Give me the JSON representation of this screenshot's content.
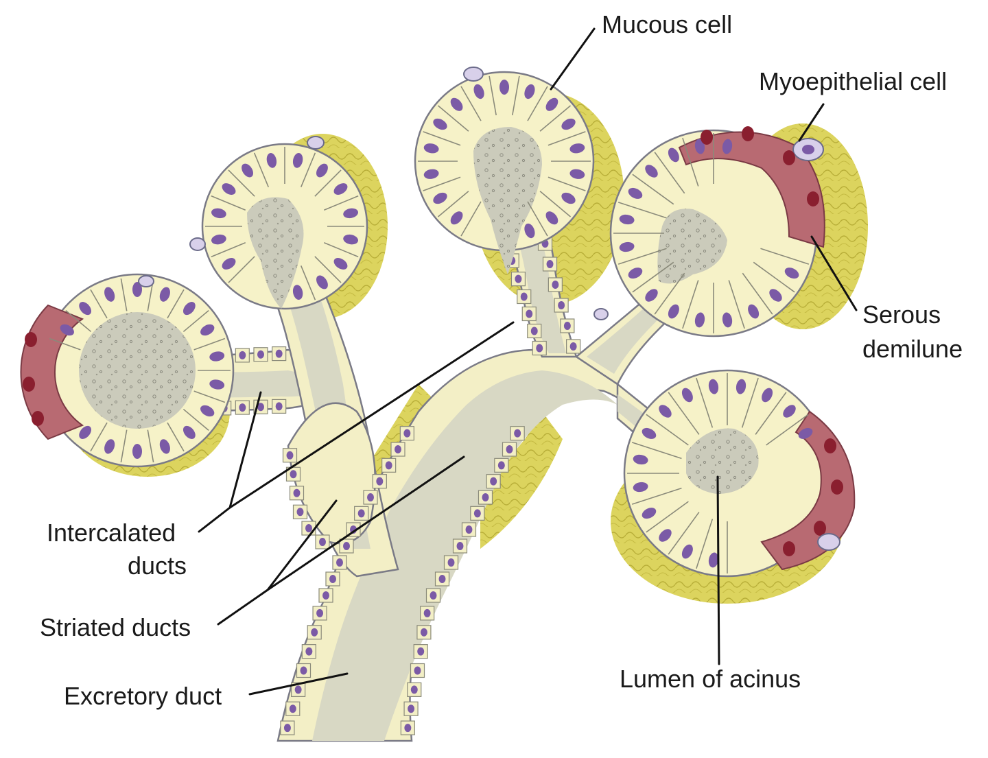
{
  "labels": {
    "mucous_cell": "Mucous cell",
    "myoepithelial_cell": "Myoepithelial cell",
    "serous_demilune_line1": "Serous",
    "serous_demilune_line2": "demilune",
    "intercalated_ducts_line1": "Intercalated",
    "intercalated_ducts_line2": "ducts",
    "striated_ducts": "Striated ducts",
    "excretory_duct": "Excretory duct",
    "lumen_of_acinus": "Lumen of acinus"
  },
  "colors": {
    "mucous_cytoplasm": "#f6f2c8",
    "nucleus": "#7b5aa6",
    "lumen": "#c9c9b8",
    "duct_lumen": "#d6d6c2",
    "serous_demilune": "#b86a72",
    "serous_nucleus": "#8a1f2f",
    "connective_tissue": "#d9d25a",
    "myoepithelial": "#d8d0ea",
    "leader_line": "#111111"
  }
}
